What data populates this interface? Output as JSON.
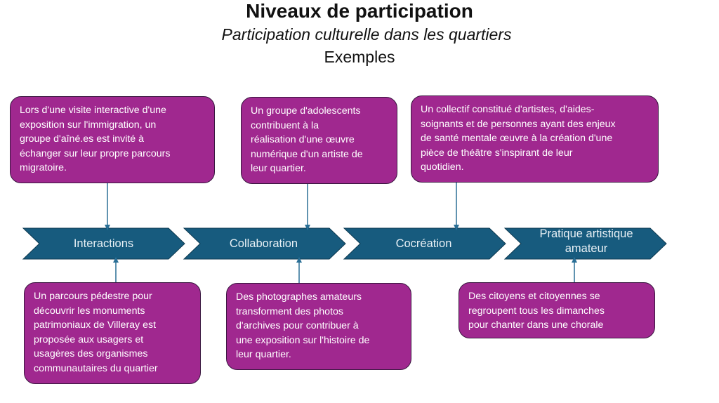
{
  "header": {
    "title": "Niveaux de participation",
    "subtitle": "Participation culturelle dans les quartiers",
    "section": "Exemples"
  },
  "colors": {
    "chevron_fill": "#175b7e",
    "example_box_fill": "#a0288f",
    "connector": "#2a6f96"
  },
  "levels": [
    {
      "label": "Interactions"
    },
    {
      "label": "Collaboration"
    },
    {
      "label": "Cocréation"
    },
    {
      "label": "Pratique artistique\namateur"
    }
  ],
  "examples_top": [
    {
      "level": "Interactions",
      "text": "Lors d'une visite interactive d'une\nexposition sur  l'immigration, un\ngroupe d'aîné.es est invité à\néchanger sur leur propre parcours\nmigratoire."
    },
    {
      "level": "Collaboration",
      "text": "Un groupe d'adolescents\ncontribuent à la\nréalisation d'une œuvre\nnumérique d'un artiste de\nleur quartier."
    },
    {
      "level": "Cocréation",
      "text": "Un collectif constitué d'artistes, d'aides-\nsoignants et de personnes ayant des enjeux\nde santé mentale œuvre à la création d'une\npièce de théâtre s'inspirant de leur\nquotidien."
    }
  ],
  "examples_bottom": [
    {
      "level": "Interactions",
      "text": "Un parcours pédestre pour\ndécouvrir les monuments\npatrimoniaux de Villeray est\nproposée aux usagers et\nusagères des organismes\ncommunautaires du quartier"
    },
    {
      "level": "Collaboration",
      "text": "Des photographes amateurs\ntransforment des photos\nd'archives pour contribuer à\nune exposition sur l'histoire de\nleur quartier."
    },
    {
      "level": "Pratique artistique amateur",
      "text": "Des citoyens et citoyennes se\nregroupent tous les dimanches\npour chanter dans une chorale"
    }
  ]
}
